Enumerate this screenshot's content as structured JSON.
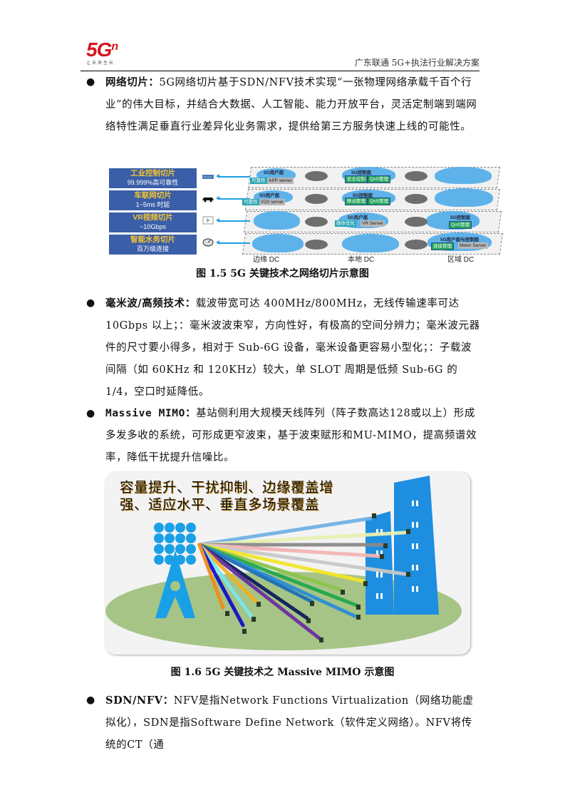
{
  "header": {
    "logo_text": "5G",
    "logo_superscript": "n",
    "logo_subtitle": "让未来生长",
    "doc_title": "广东联通 5G+执法行业解决方案"
  },
  "sections": [
    {
      "label": "网络切片：",
      "text": "5G网络切片基于SDN/NFV技术实现“一张物理网络承载千百个行业”的伟大目标，并结合大数据、人工智能、能力开放平台，灵活定制端到端网络特性满足垂直行业差异化业务需求，提供给第三方服务快速上线的可能性。"
    },
    {
      "label": "毫米波/高频技术：",
      "text": "载波带宽可达 400MHz/800MHz，无线传输速率可达 10Gbps 以上；：毫米波波束窄，方向性好，有极高的空间分辨力；毫米波元器件的尺寸要小得多，相对于 Sub-6G 设备，毫米设备更容易小型化；：子载波间隔（如 60KHz 和 120KHz）较大，单 SLOT 周期是低频 Sub-6G 的 1/4，空口时延降低。"
    },
    {
      "label": "Massive MIMO：",
      "text": "基站侧利用大规模天线阵列（阵子数高达128或以上）形成多发多收的系统，可形成更窄波束，基于波束赋形和MU-MIMO，提高频谱效率，降低干扰提升信噪比。"
    },
    {
      "label": "SDN/NFV：",
      "text": "NFV是指Network Functions Virtualization（网络功能虚拟化），SDN是指Software Define Network（软件定义网络）。NFV将传统的CT（通"
    }
  ],
  "figure1": {
    "caption": "图 1.5  5G 关键技术之网络切片示意图",
    "slices": [
      {
        "name": "工业控制切片",
        "desc": "99.999%高可靠性",
        "device": "router-icon"
      },
      {
        "name": "车联网切片",
        "desc": "1~5ms 时延",
        "device": "car-icon"
      },
      {
        "name": "VR视频切片",
        "desc": "~10Gbps",
        "device": "video-icon"
      },
      {
        "name": "智能水务切片",
        "desc": "百万级连接",
        "device": "meter-icon"
      }
    ],
    "layers": [
      {
        "edge_plane": "5G用户面",
        "edge_tags": [
          "可靠性",
          "APP server"
        ],
        "local_plane": "5G控制面",
        "local_tags": [
          "安全控制",
          "QoS管理"
        ]
      },
      {
        "edge_plane": "5G用户面",
        "edge_tags": [
          "可靠性",
          "V2X server"
        ],
        "local_plane": "5G控制面",
        "local_tags": [
          "移动管理",
          "QoS管理"
        ]
      },
      {
        "local_plane": "5G用户面",
        "local_tags": [
          "媒体优化",
          "VR Server"
        ],
        "region_plane": "5G控制面",
        "region_tags": [
          "QoS管理"
        ]
      },
      {
        "region_plane": "5G用户面与控制面",
        "region_tags": [
          "连接管理",
          "Meter Server"
        ]
      }
    ],
    "dc_labels": [
      "边缘 DC",
      "本地 DC",
      "区域 DC"
    ]
  },
  "figure2": {
    "caption": "图 1.6  5G 关键技术之 Massive MIMO 示意图",
    "title_line1": "容量提升、干扰抑制、边缘覆盖增",
    "title_line2": "强、适应水平、垂直多场景覆盖",
    "beam_colors": [
      "#6fb2e6",
      "#e6f1b0",
      "#8a8a8a",
      "#f4b4b4",
      "#c8c8c8",
      "#f2e62a",
      "#8cc44a",
      "#22a84a",
      "#2a8fd8",
      "#1e6fb8",
      "#0d1f5c",
      "#6a2fa0",
      "#f0b020",
      "#7ae6f0",
      "#1010c8",
      "#f08c1a"
    ],
    "tower_color": "#1aa0e6",
    "building_color": "#1e8ee0",
    "ground_color": "#a6c486"
  }
}
